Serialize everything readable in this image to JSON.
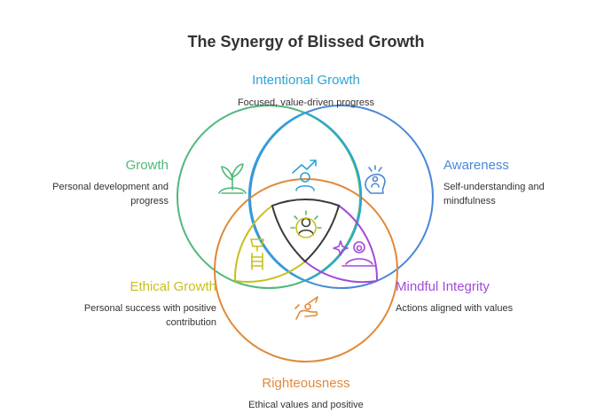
{
  "title": "The Synergy of Blissed Growth",
  "sets": {
    "intentional_growth": {
      "heading": "Intentional Growth",
      "description": "Focused, value-driven progress",
      "color": "#2aa5d6",
      "icon": "target-person-icon"
    },
    "growth": {
      "heading": "Growth",
      "description_line1": "Personal development and",
      "description_line2": "progress",
      "color": "#52b87a",
      "icon": "plant-sprout-icon"
    },
    "awareness": {
      "heading": "Awareness",
      "description_line1": "Self-understanding and",
      "description_line2": "mindfulness",
      "color": "#4a88d9",
      "icon": "mind-head-icon"
    },
    "ethical_growth": {
      "heading": "Ethical Growth",
      "description_line1": "Personal success with positive",
      "description_line2": "contribution",
      "color": "#c9bf1e",
      "icon": "trophy-ladder-icon"
    },
    "mindful_integrity": {
      "heading": "Mindful Integrity",
      "description": "Actions aligned with values",
      "color": "#a24bd6",
      "icon": "meditation-sparkle-icon"
    },
    "righteousness": {
      "heading": "Righteousness",
      "description": "Ethical values and positive",
      "color": "#e08a3b",
      "icon": "hand-giving-icon"
    },
    "center": {
      "color": "#3a3a3a",
      "icon": "radiant-person-icon"
    }
  }
}
